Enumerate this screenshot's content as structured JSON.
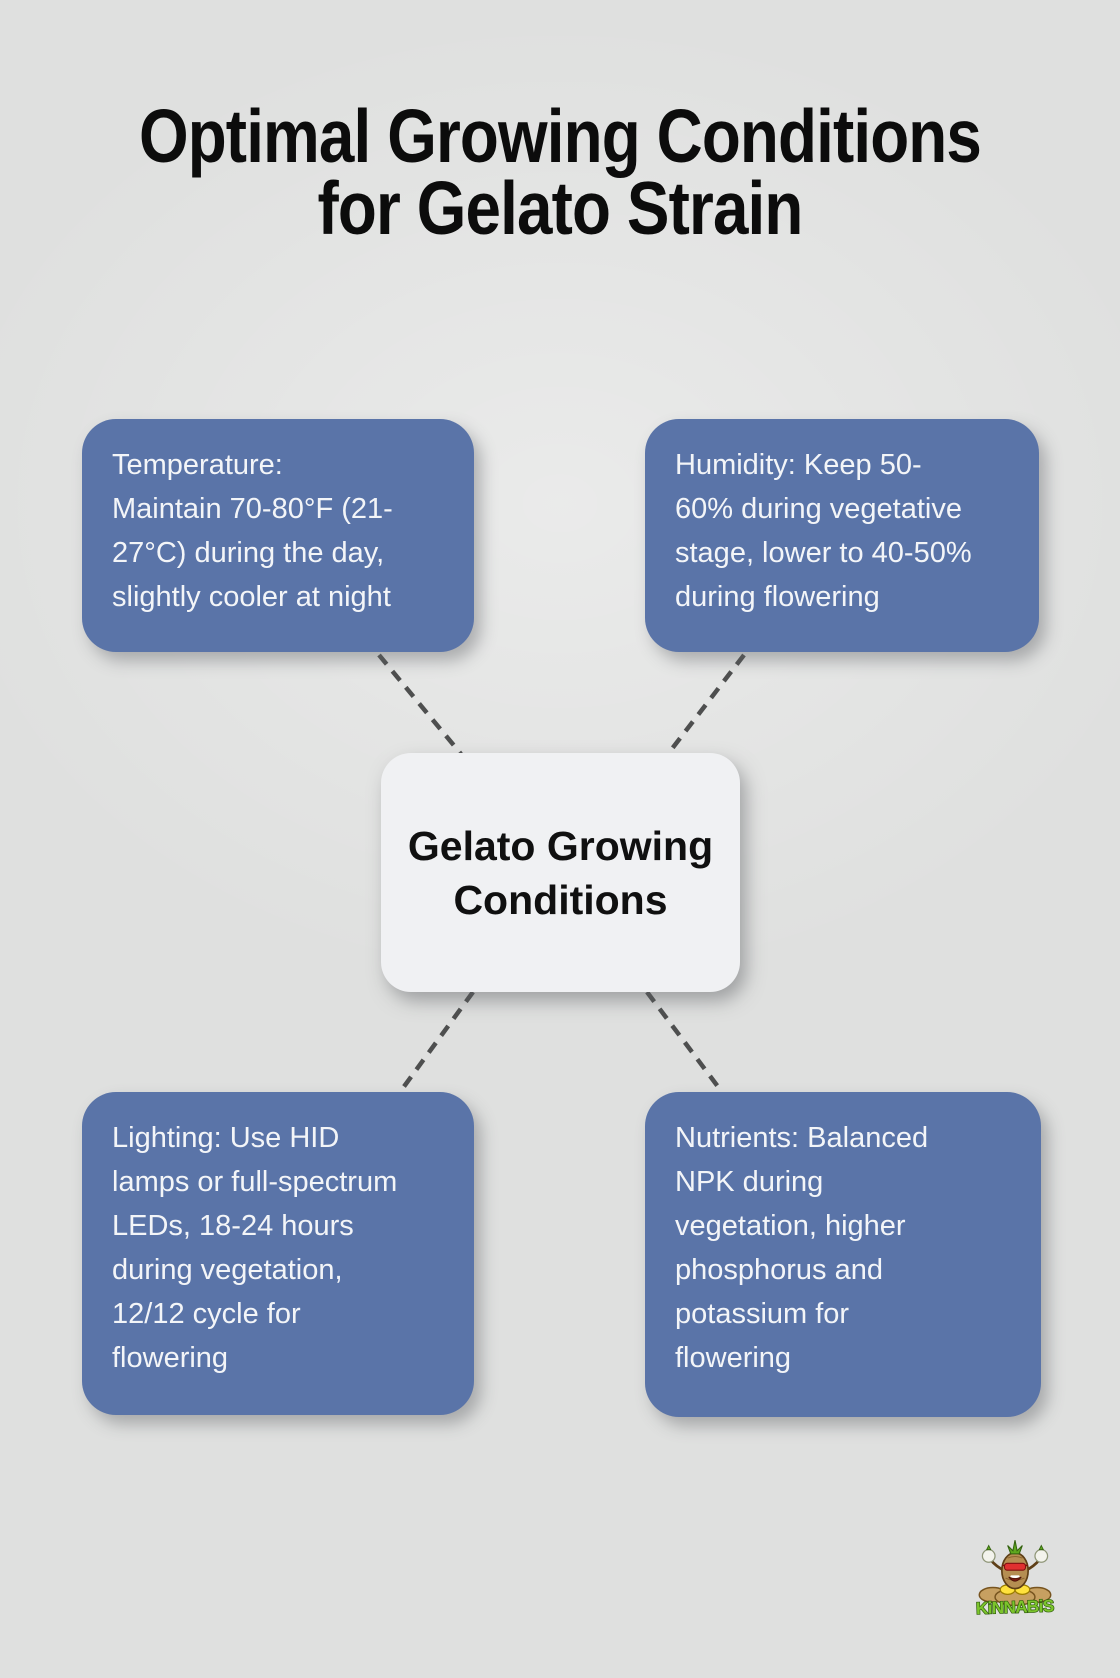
{
  "title": {
    "line1": "Optimal Growing Conditions",
    "line2": "for Gelato Strain"
  },
  "center_node": {
    "label": "Gelato Growing\nConditions"
  },
  "nodes": [
    {
      "id": "temperature",
      "text": "Temperature:\nMaintain 70-80°F (21-\n27°C) during the day,\nslightly cooler at night"
    },
    {
      "id": "humidity",
      "text": "Humidity: Keep 50-\n60% during vegetative\nstage, lower to 40-50%\nduring flowering"
    },
    {
      "id": "lighting",
      "text": "Lighting: Use HID\nlamps or full-spectrum\nLEDs, 18-24 hours\nduring vegetation,\n12/12 cycle for\nflowering"
    },
    {
      "id": "nutrients",
      "text": "Nutrients: Balanced\nNPK during\nvegetation, higher\nphosphorus and\npotassium for\nflowering"
    }
  ],
  "logo": {
    "brand": "KiNNABiS"
  },
  "colors": {
    "background": "#dfe0df",
    "node_fill": "#5a74a8",
    "node_text": "#f3f5f8",
    "center_fill": "#f0f1f3",
    "center_text": "#101010",
    "connector": "#4e4f4f",
    "title_text": "#0c0c0c",
    "logo_green": "#7cc52c"
  }
}
